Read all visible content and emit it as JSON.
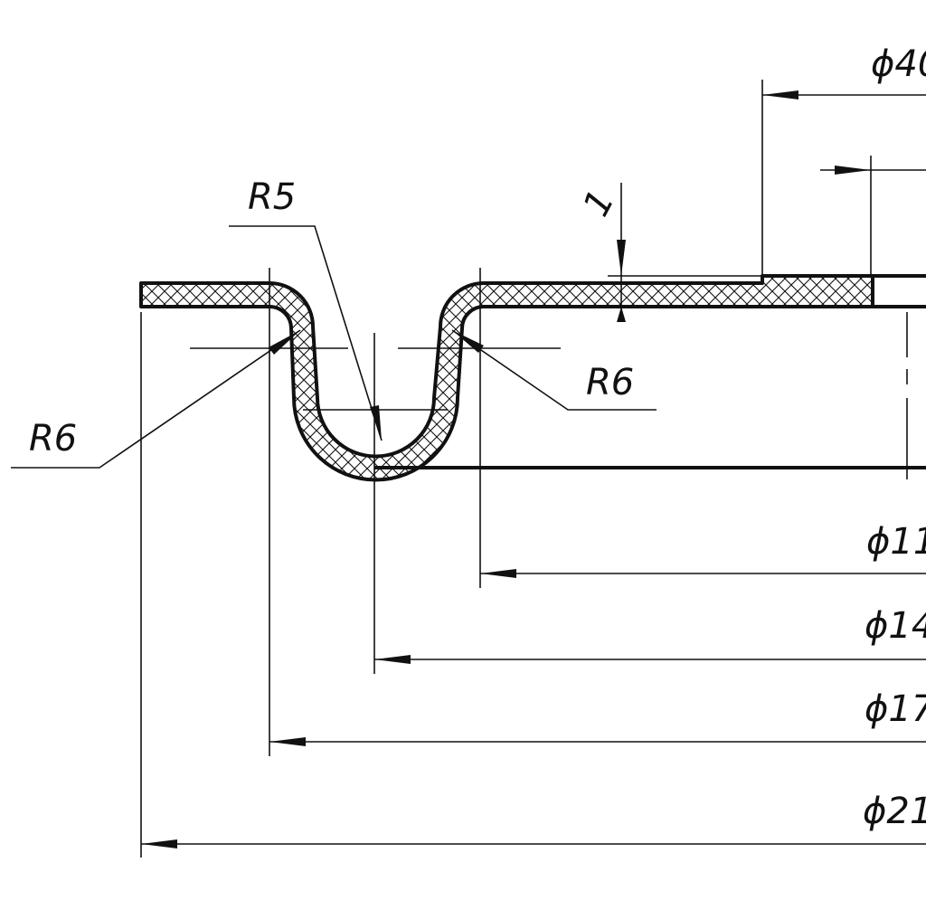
{
  "colors": {
    "line": "#111111",
    "background": "#ffffff"
  },
  "labels": {
    "radius_left": "R6",
    "radius_groove": "R5",
    "radius_right": "R6",
    "thickness": "1",
    "dia_40": "ϕ40",
    "dia_110": "ϕ11",
    "dia_140": "ϕ14",
    "dia_170": "ϕ17",
    "dia_210": "ϕ21"
  }
}
